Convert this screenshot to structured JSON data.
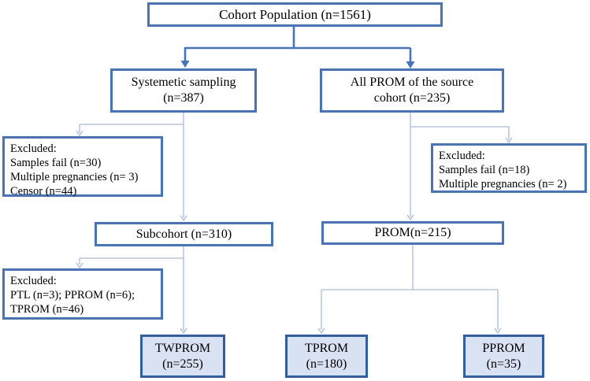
{
  "diagram": {
    "description": "Cohort population flow diagram",
    "colors": {
      "box_border": "#4472C4",
      "filled_border": "#2E5FA8",
      "filled_bg": "#D9E2F3",
      "thick_line": "#4472C4",
      "thin_line": "#A6BBE1",
      "text": "#000000"
    },
    "nodes": {
      "cohort_population": {
        "lines": [
          "Cohort Population (n=1561)"
        ]
      },
      "systemetic_sampling": {
        "lines": [
          "Systemetic sampling",
          "(n=387)"
        ]
      },
      "all_prom": {
        "lines": [
          "All PROM of the source",
          "cohort (n=235)"
        ]
      },
      "excluded_sampling": {
        "lines": [
          "Excluded:",
          "Samples fail (n=30)",
          "Multiple pregnancies (n= 3)",
          "Censor (n=44)"
        ]
      },
      "excluded_prom": {
        "lines": [
          "Excluded:",
          "Samples fail (n=18)",
          "Multiple pregnancies (n= 2)"
        ]
      },
      "subcohort": {
        "lines": [
          "Subcohort (n=310)"
        ]
      },
      "prom": {
        "lines": [
          "PROM(n=215)"
        ]
      },
      "excluded_subcohort": {
        "lines": [
          "Excluded:",
          "PTL (n=3); PPROM (n=6);",
          "TPROM (n=46)"
        ]
      },
      "twprom": {
        "lines": [
          "TWPROM",
          "(n=255)"
        ]
      },
      "tprom": {
        "lines": [
          "TPROM",
          "(n=180)"
        ]
      },
      "pprom": {
        "lines": [
          "PPROM",
          "(n=35)"
        ]
      }
    }
  }
}
